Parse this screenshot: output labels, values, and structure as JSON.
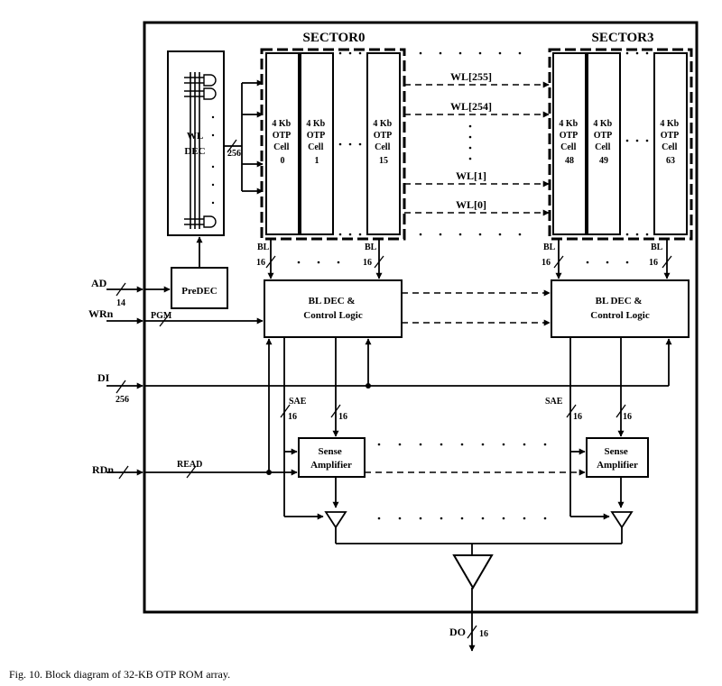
{
  "sectors": [
    {
      "title": "SECTOR0",
      "cells": [
        {
          "lines": [
            "4 Kb",
            "OTP",
            "Cell"
          ],
          "index": "0"
        },
        {
          "lines": [
            "4 Kb",
            "OTP",
            "Cell"
          ],
          "index": "1"
        },
        {
          "lines": [
            "4 Kb",
            "OTP",
            "Cell"
          ],
          "index": "15"
        }
      ]
    },
    {
      "title": "SECTOR3",
      "cells": [
        {
          "lines": [
            "4 Kb",
            "OTP",
            "Cell"
          ],
          "index": "48"
        },
        {
          "lines": [
            "4 Kb",
            "OTP",
            "Cell"
          ],
          "index": "49"
        },
        {
          "lines": [
            "4 Kb",
            "OTP",
            "Cell"
          ],
          "index": "63"
        }
      ]
    }
  ],
  "wordlines": [
    "WL[255]",
    "WL[254]",
    "WL[1]",
    "WL[0]"
  ],
  "wldec": {
    "line1": "WL",
    "line2": "DEC",
    "bus_width": "256"
  },
  "predec_label": "PreDEC",
  "bldec_label": [
    "BL DEC &",
    "Control Logic"
  ],
  "sense_amp_label": [
    "Sense",
    "Amplifier"
  ],
  "bl": {
    "label": "BL",
    "width": "16"
  },
  "sae_label": "SAE",
  "sa_bus_width": "16",
  "signals": {
    "ad": {
      "name": "AD",
      "width": "14"
    },
    "wrn": {
      "name": "WRn"
    },
    "pgm": {
      "name": "PGM"
    },
    "di": {
      "name": "DI",
      "width": "256"
    },
    "rdn": {
      "name": "RDn"
    },
    "read": {
      "name": "READ"
    },
    "do": {
      "name": "DO",
      "width": "16"
    }
  },
  "caption": "Fig. 10.  Block diagram of 32-KB OTP ROM array."
}
